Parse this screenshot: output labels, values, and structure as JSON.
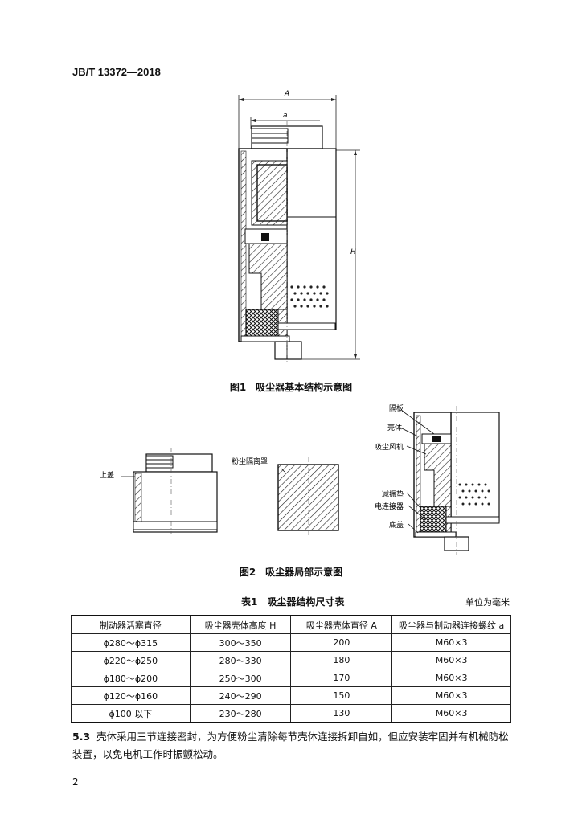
{
  "header": {
    "standard_no": "JB/T 13372—2018"
  },
  "figure1": {
    "caption": "图1　吸尘器基本结构示意图",
    "dim_A": "A",
    "dim_a": "a",
    "dim_H": "H"
  },
  "figure2": {
    "caption": "图2　吸尘器局部示意图",
    "labels": {
      "top_cover": "上盖",
      "dust_cover": "粉尘隔离罩",
      "partition": "隔板",
      "shell": "壳体",
      "fan": "吸尘风机",
      "damper": "减振垫",
      "connector": "电连接器",
      "bottom_cover": "底盖"
    }
  },
  "table": {
    "caption": "表1　吸尘器结构尺寸表",
    "unit": "单位为毫米",
    "headers": [
      "制动器活塞直径",
      "吸尘器壳体高度 H",
      "吸尘器壳体直径 A",
      "吸尘器与制动器连接螺纹 a"
    ],
    "rows": [
      [
        "ϕ280～ϕ315",
        "300～350",
        "200",
        "M60×3"
      ],
      [
        "ϕ220～ϕ250",
        "280～330",
        "180",
        "M60×3"
      ],
      [
        "ϕ180～ϕ200",
        "250～300",
        "170",
        "M60×3"
      ],
      [
        "ϕ120～ϕ160",
        "240～290",
        "150",
        "M60×3"
      ],
      [
        "ϕ100 以下",
        "230～280",
        "130",
        "M60×3"
      ]
    ]
  },
  "paragraph": {
    "number": "5.3",
    "text": "壳体采用三节连接密封，为方便粉尘清除每节壳体连接拆卸自如，但应安装牢固并有机械防松装置，以免电机工作时振颤松动。"
  },
  "page_number": "2"
}
